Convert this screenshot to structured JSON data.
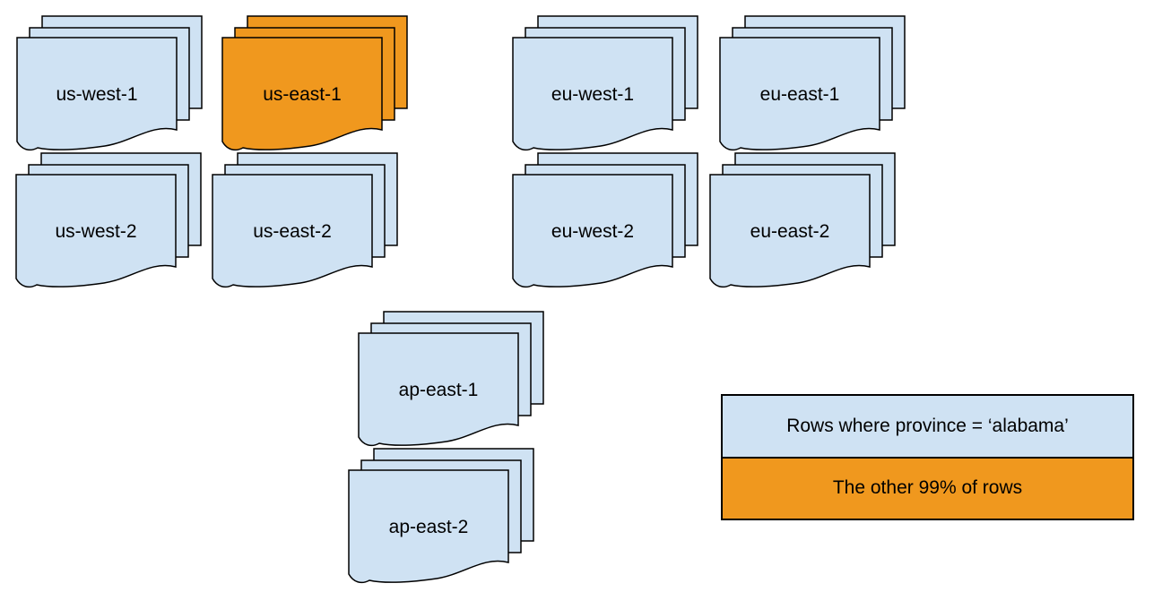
{
  "canvas": {
    "background": "#ffffff"
  },
  "colors": {
    "region_fill": "#cfe2f3",
    "highlight_fill": "#f0981e",
    "stroke": "#000000"
  },
  "regions": [
    {
      "id": "us-west-1",
      "label": "us-west-1",
      "highlighted": false
    },
    {
      "id": "us-east-1",
      "label": "us-east-1",
      "highlighted": true
    },
    {
      "id": "eu-west-1",
      "label": "eu-west-1",
      "highlighted": false
    },
    {
      "id": "eu-east-1",
      "label": "eu-east-1",
      "highlighted": false
    },
    {
      "id": "us-west-2",
      "label": "us-west-2",
      "highlighted": false
    },
    {
      "id": "us-east-2",
      "label": "us-east-2",
      "highlighted": false
    },
    {
      "id": "eu-west-2",
      "label": "eu-west-2",
      "highlighted": false
    },
    {
      "id": "eu-east-2",
      "label": "eu-east-2",
      "highlighted": false
    },
    {
      "id": "ap-east-1",
      "label": "ap-east-1",
      "highlighted": false
    },
    {
      "id": "ap-east-2",
      "label": "ap-east-2",
      "highlighted": false
    }
  ],
  "legend": {
    "items": [
      {
        "label": "Rows where province = ‘alabama’",
        "color": "#cfe2f3"
      },
      {
        "label": "The other 99% of rows",
        "color": "#f0981e"
      }
    ]
  }
}
